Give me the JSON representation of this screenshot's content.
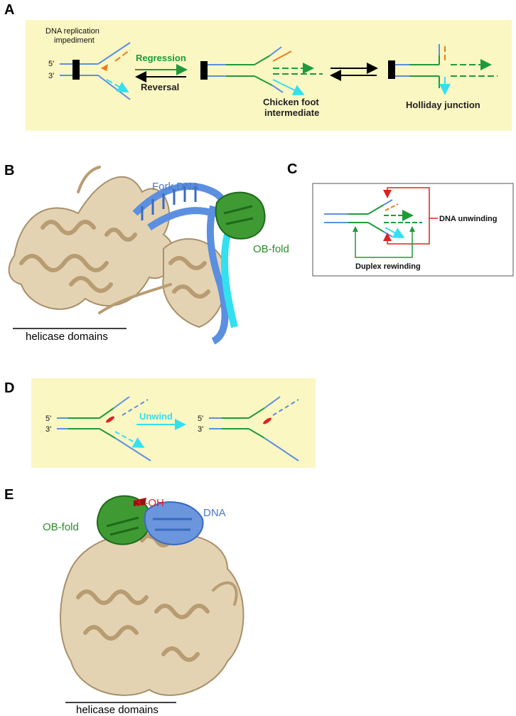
{
  "panels": {
    "a": {
      "letter": "A",
      "impediment_label": [
        "DNA replication",
        "impediment"
      ],
      "five_prime": "5'",
      "three_prime": "3'",
      "regression": "Regression",
      "reversal": "Reversal",
      "chicken_foot": [
        "Chicken foot",
        "intermediate"
      ],
      "holliday": "Holliday junction"
    },
    "b": {
      "letter": "B",
      "fork_dna": "Fork DNA",
      "ob_fold": "OB-fold",
      "helicase": "helicase domains"
    },
    "c": {
      "letter": "C",
      "dna_unwinding": "DNA unwinding",
      "duplex_rewinding": "Duplex rewinding"
    },
    "d": {
      "letter": "D",
      "unwind": "Unwind",
      "five_prime": "5'",
      "three_prime": "3'"
    },
    "e": {
      "letter": "E",
      "oh_label": "3`-OH",
      "dna": "DNA",
      "ob_fold": "OB-fold",
      "helicase": "helicase domains"
    }
  },
  "colors": {
    "panel_bg": "#fbf7c3",
    "green": "#1f9a3a",
    "blue": "#5b8fe0",
    "cyan": "#33e0f0",
    "orange": "#f07a1a",
    "red": "#e02020",
    "tan": "#c8ae86",
    "dark_green": "#2f8a2a",
    "black": "#000000"
  }
}
